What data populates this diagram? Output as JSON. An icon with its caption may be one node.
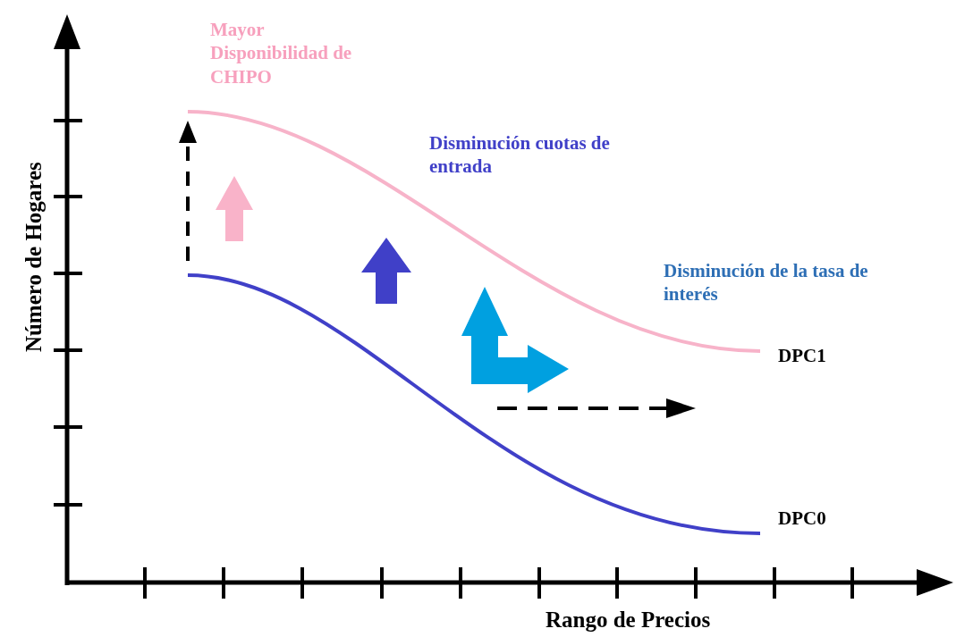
{
  "diagram": {
    "labels": [
      "Mayor Disponibilidad de CHIPO",
      "Disminución cuotas de entrada",
      "Disminución de la tasa de interés",
      "DPC1",
      "DPC0",
      "Número de Hogares",
      "Rango de Precios"
    ]
  }
}
